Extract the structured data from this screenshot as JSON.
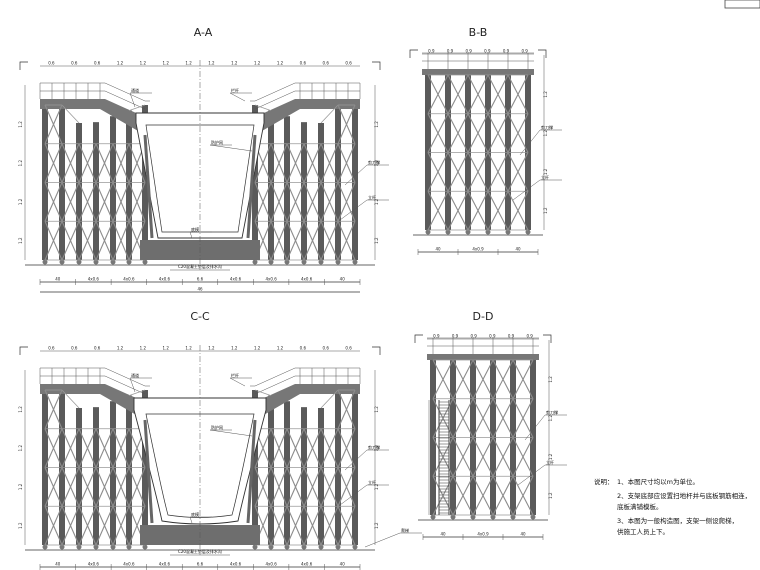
{
  "sections": [
    {
      "id": "A",
      "title": "A-A",
      "dims_bottom": [
        "40",
        "4x0.6",
        "4x0.6",
        "4x0.6",
        "6.6",
        "4x0.6",
        "4x0.6",
        "4x0.6",
        "40"
      ],
      "overall": "46",
      "dims_top": [
        "0.6",
        "0.6",
        "0.6",
        "1.2",
        "1.2",
        "1.2",
        "1.2",
        "1.2",
        "1.2",
        "1.2",
        "1.2",
        "0.6",
        "0.6",
        "0.6"
      ],
      "labels": [
        "通道",
        "栏杆",
        "防护网",
        "底模",
        "剪刀撑",
        "立杆"
      ],
      "note_under": "C20混凝土垫层及排水沟"
    },
    {
      "id": "B",
      "title": "B-B",
      "dims_bottom": [
        "40",
        "4x0.9",
        "40"
      ],
      "overall": "",
      "dims_top": [
        "0.9",
        "0.9",
        "0.9",
        "0.9",
        "0.9",
        "0.9"
      ],
      "labels": [
        "剪刀撑",
        "立杆"
      ],
      "note_under": ""
    },
    {
      "id": "C",
      "title": "C-C",
      "dims_bottom": [
        "40",
        "4x0.6",
        "4x0.6",
        "4x0.6",
        "6.6",
        "4x0.6",
        "4x0.6",
        "4x0.6",
        "40"
      ],
      "overall": "46",
      "dims_top": [
        "0.6",
        "0.6",
        "0.6",
        "1.2",
        "1.2",
        "1.2",
        "1.2",
        "1.2",
        "1.2",
        "1.2",
        "1.2",
        "0.6",
        "0.6",
        "0.6"
      ],
      "labels": [
        "通道",
        "栏杆",
        "防护网",
        "底模",
        "剪刀撑",
        "立杆",
        "爬梯"
      ],
      "note_under": "C20混凝土垫层及排水沟"
    },
    {
      "id": "D",
      "title": "D-D",
      "dims_bottom": [
        "40",
        "4x0.9",
        "40"
      ],
      "overall": "",
      "dims_top": [
        "0.9",
        "0.9",
        "0.9",
        "0.9",
        "0.9",
        "0.9"
      ],
      "labels": [
        "剪刀撑",
        "立杆"
      ],
      "note_under": ""
    }
  ],
  "notes": {
    "heading": "说明：",
    "items": [
      "1、本图尺寸均以m为单位。",
      "2、支架底部应设置扫地杆并与底板钢筋相连，",
      "   底板满铺模板。",
      "3、本图为一般构造图，支架一侧设爬梯，",
      "   供施工人员上下。"
    ]
  },
  "colors": {
    "post": "#5a5a5a",
    "brace": "#8c8c8c",
    "line": "#333333"
  }
}
